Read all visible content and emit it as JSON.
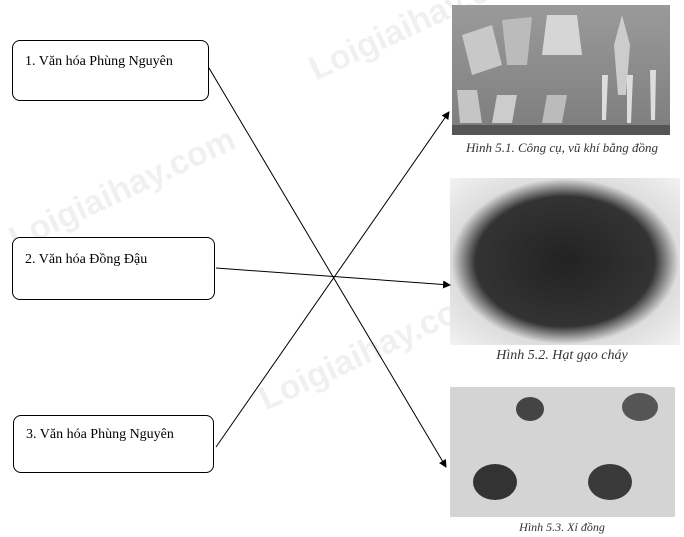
{
  "left_items": [
    {
      "label": "1. Văn hóa Phùng Nguyên"
    },
    {
      "label": "2. Văn hóa Đồng Đậu"
    },
    {
      "label": "3. Văn hóa Phùng Nguyên"
    }
  ],
  "figures": [
    {
      "caption": "Hình 5.1. Công cụ, vũ khí bằng đồng"
    },
    {
      "caption": "Hình 5.2. Hạt gạo cháy"
    },
    {
      "caption": "Hình 5.3. Xỉ đồng"
    }
  ],
  "watermark": "Loigiaihay.com",
  "connections": [
    [
      1,
      3
    ],
    [
      2,
      2
    ],
    [
      3,
      1
    ]
  ]
}
